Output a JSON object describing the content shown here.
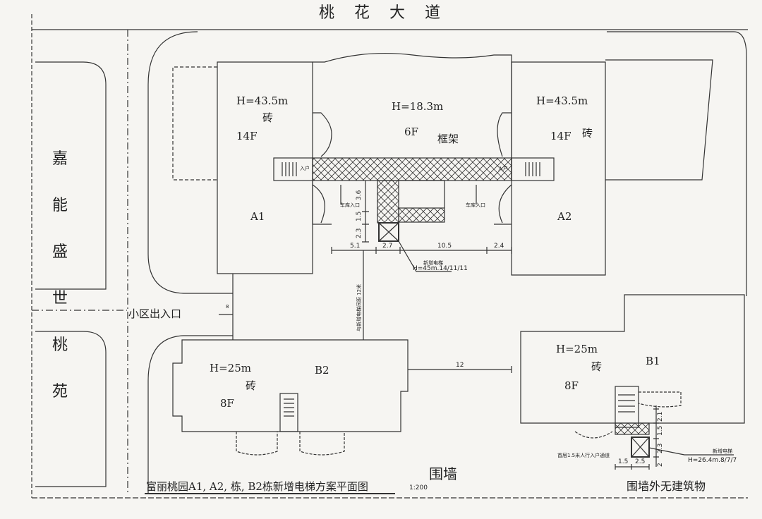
{
  "roads": {
    "top": "桃花大道",
    "left_chars": [
      "嘉",
      "能",
      "盛",
      "世",
      "桃",
      "苑"
    ]
  },
  "entrance": {
    "label": "小区出入口",
    "width_dim": "8"
  },
  "buildings": {
    "A1": {
      "name": "A1",
      "height": "H=43.5m",
      "floors": "14F",
      "material": "砖"
    },
    "middle": {
      "height": "H=18.3m",
      "floors": "6F",
      "structure": "框架"
    },
    "A2": {
      "name": "A2",
      "height": "H=43.5m",
      "floors": "14F",
      "material": "砖"
    },
    "B2": {
      "name": "B2",
      "height": "H=25m",
      "floors": "8F",
      "material": "砖"
    },
    "B1": {
      "name": "B1",
      "height": "H=25m",
      "floors": "8F",
      "material": "砖"
    }
  },
  "labels": {
    "garage_entry": "车库入口",
    "entry": "入户",
    "new_elevator": "新增电梯",
    "elevator_a_height": "H=45m.14/11/11",
    "elevator_b_height": "H=26.4m.8/7/7",
    "distance_note": "与新增电梯间距 12米",
    "b1_entry_note": "首层1.5米人行入户通道",
    "wall": "围墙",
    "outside_note": "围墙外无建筑物"
  },
  "dims": {
    "a_horizontal": [
      "5.1",
      "2.7",
      "10.5",
      "2.4"
    ],
    "a_vertical": [
      "3.6",
      "1.5",
      "2.3"
    ],
    "between_b": "12",
    "b1_vertical": [
      "2.1",
      "1.5",
      "2.3",
      "2"
    ],
    "b1_horizontal": [
      "1.5",
      "2.5"
    ]
  },
  "title": {
    "text": "富丽桃园A1, A2, 栋, B2栋新增电梯方案平面图",
    "scale": "1:200"
  }
}
